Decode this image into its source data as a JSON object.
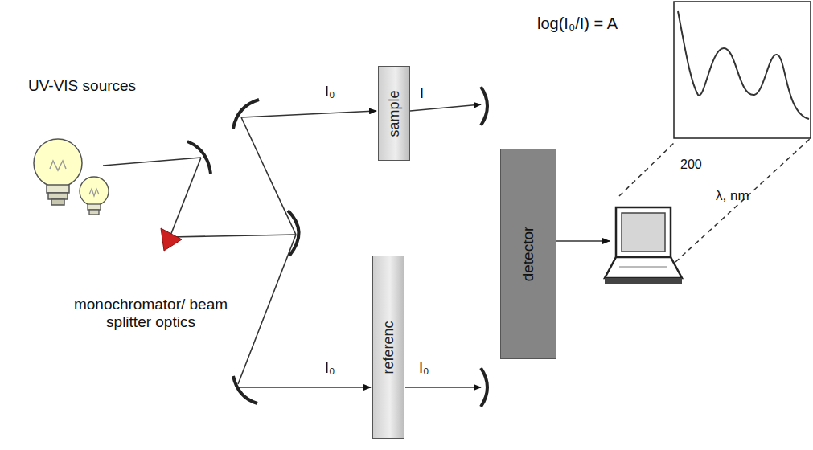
{
  "diagram": {
    "nodes": [
      {
        "text": [
          "sample"
        ]
      },
      {
        "text": [
          "referenc"
        ]
      },
      {
        "text": [
          "detector"
        ]
      }
    ],
    "labels": [
      "UV-VIS sources",
      "monochromator/ beam splitter optics",
      "I₀",
      "I",
      "I₀",
      "I₀",
      "log(I₀/I) = A",
      "200",
      "λ, nm"
    ]
  }
}
